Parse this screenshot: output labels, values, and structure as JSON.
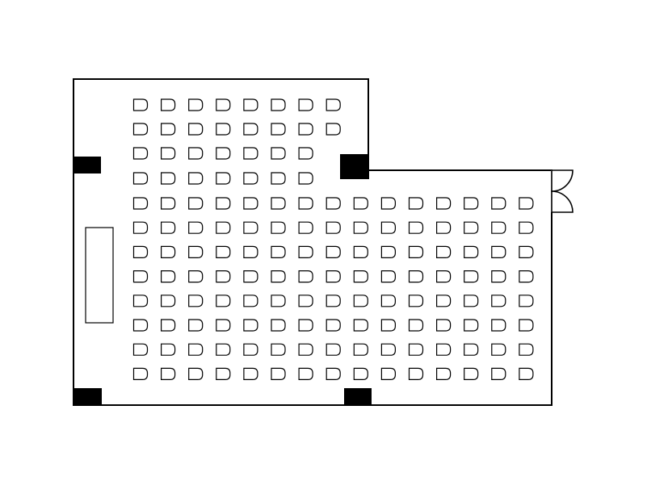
{
  "floor_plan": {
    "type": "theater-style seating layout",
    "colors": {
      "wall": "#000000",
      "pillar": "#000000",
      "background": "#ffffff"
    },
    "seating": {
      "upper_section": {
        "rows": 4,
        "seats_per_row": [
          8,
          8,
          7,
          7
        ]
      },
      "main_section": {
        "rows": 8,
        "seats_per_row": 15
      }
    },
    "pillars": 4,
    "stage": 1,
    "door": "double-swing"
  }
}
